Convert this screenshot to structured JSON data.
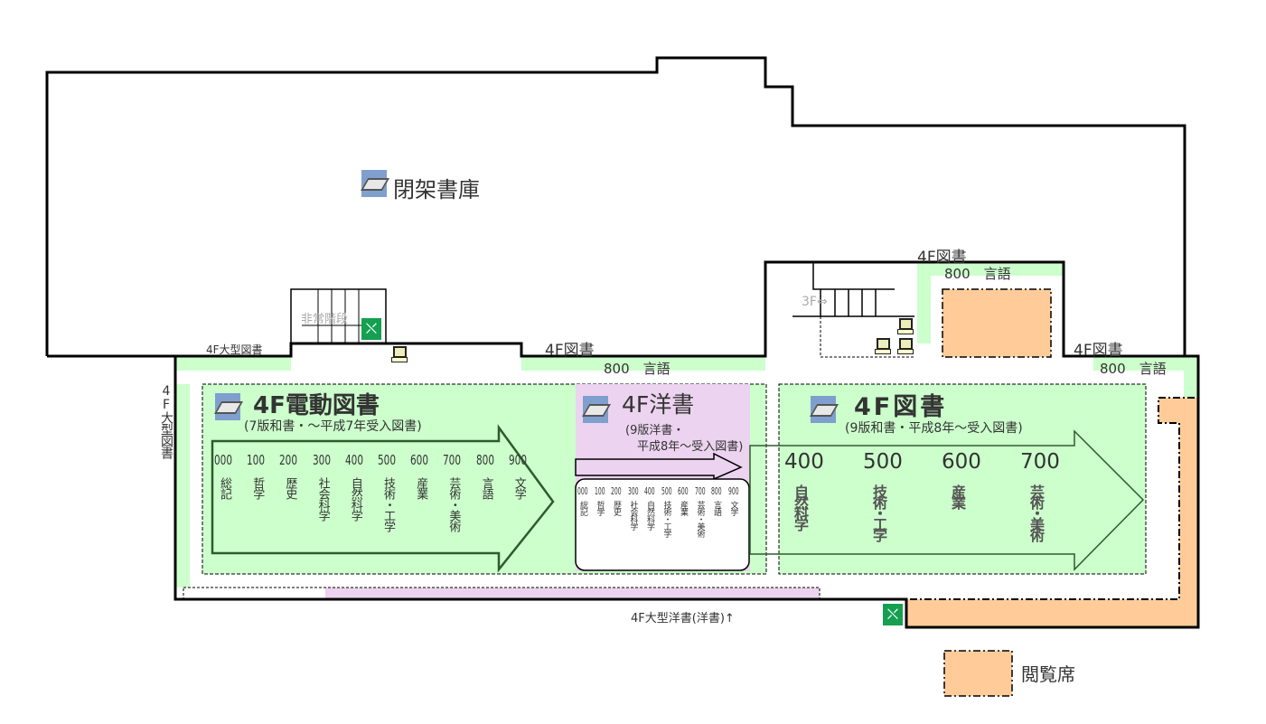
{
  "closed_stacks": {
    "label": "閉架書庫"
  },
  "emergency_stairs": {
    "label": "非常階段"
  },
  "stairs_3f": {
    "label": "3F⇔"
  },
  "strips": {
    "large_books_top": "4F大型図書",
    "library_center": "4F図書",
    "lang_center": "800　言語",
    "library_upper": "4F図書",
    "lang_upper": "800　言語",
    "library_right": "4F図書",
    "lang_right": "800　言語",
    "large_books_vertical": "4F大型図書",
    "large_western_bottom": "4F大型洋書(洋書)↑"
  },
  "electric_stacks": {
    "title": "4F電動図書",
    "subtitle": "(7版和書・～平成7年受入図書)",
    "classes": [
      {
        "num": "000",
        "label": "総記"
      },
      {
        "num": "100",
        "label": "哲学"
      },
      {
        "num": "200",
        "label": "歴史"
      },
      {
        "num": "300",
        "label": "社会科学"
      },
      {
        "num": "400",
        "label": "自然科学"
      },
      {
        "num": "500",
        "label": "技術・工学"
      },
      {
        "num": "600",
        "label": "産業"
      },
      {
        "num": "700",
        "label": "芸術・美術"
      },
      {
        "num": "800",
        "label": "言語"
      },
      {
        "num": "900",
        "label": "文学"
      }
    ]
  },
  "western_books": {
    "title": "4F洋書",
    "subtitle_1": "(9版洋書・",
    "subtitle_2": "平成8年～受入図書)",
    "classes": [
      {
        "num": "000",
        "label": "総記"
      },
      {
        "num": "100",
        "label": "哲学"
      },
      {
        "num": "200",
        "label": "歴史"
      },
      {
        "num": "300",
        "label": "社会科学"
      },
      {
        "num": "400",
        "label": "自然科学"
      },
      {
        "num": "500",
        "label": "技術・工学"
      },
      {
        "num": "600",
        "label": "産業"
      },
      {
        "num": "700",
        "label": "芸術・美術"
      },
      {
        "num": "800",
        "label": "言語"
      },
      {
        "num": "900",
        "label": "文学"
      }
    ]
  },
  "library_books": {
    "title": "4F図書",
    "subtitle": "(9版和書・平成8年～受入図書)",
    "classes": [
      {
        "num": "400",
        "label": "自然科学"
      },
      {
        "num": "500",
        "label": "技術・工学"
      },
      {
        "num": "600",
        "label": "産業"
      },
      {
        "num": "700",
        "label": "芸術・美術"
      }
    ]
  },
  "legend": {
    "reading_seats": "閲覧席"
  },
  "colors": {
    "green": "#ccffcc",
    "pink": "#ecd3ef",
    "orange": "#ffcc99",
    "wall": "#000000",
    "arrow": "#2e5b2e"
  }
}
